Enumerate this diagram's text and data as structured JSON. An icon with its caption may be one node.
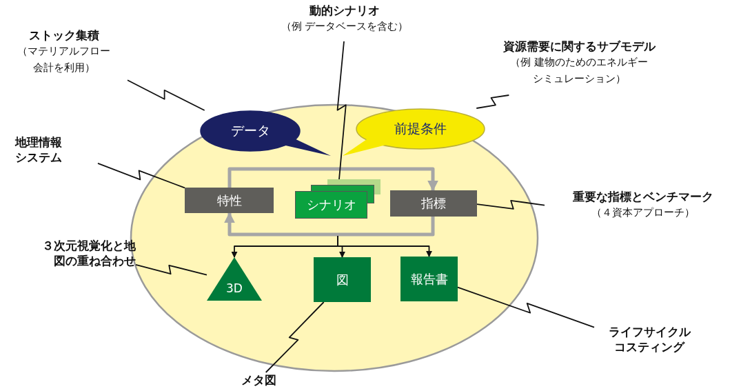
{
  "diagram": {
    "nodes": [
      {
        "text": [],
        "shape": "ellipse"
      },
      {
        "text": [
          "データ"
        ],
        "in": 0
      },
      {
        "text": [
          "前提条件"
        ],
        "in": 0
      },
      {
        "text": [
          "特性"
        ],
        "in": 0
      },
      {
        "text": [
          "シナリオ"
        ],
        "in": 0
      },
      {
        "text": [
          "指標"
        ],
        "in": 0
      },
      {
        "text": [
          "3D"
        ],
        "in": 0
      },
      {
        "text": [
          "図"
        ],
        "in": 0
      },
      {
        "text": [
          "報告書"
        ],
        "in": 0
      },
      {
        "text": [
          "ストック集積",
          "（マテリアルフロー会計を利用）"
        ]
      },
      {
        "text": [
          "動的シナリオ",
          "（例 データベースを含む）"
        ]
      },
      {
        "text": [
          "資源需要に関するサブモデル",
          "（例 建物のためのエネルギーシミュレーション）"
        ]
      },
      {
        "text": [
          "地理情報システム"
        ]
      },
      {
        "text": [
          "重要な指標とベンチマーク",
          "（４資本アプローチ）"
        ]
      },
      {
        "text": [
          "３次元視覚化と地図の重ね合わせ"
        ]
      },
      {
        "text": [
          "ライフサイクルコスティング"
        ]
      },
      {
        "text": [
          "メタ図"
        ]
      }
    ],
    "edges": [
      {
        "from": 3,
        "to": 5,
        "arrow": "to",
        "style": "thick",
        "color": "#a6a6a6"
      },
      {
        "from": 5,
        "to": 3,
        "arrow": "to",
        "style": "thick",
        "color": "#a6a6a6"
      },
      {
        "from": null,
        "to": 6,
        "arrow": "to"
      },
      {
        "from": null,
        "to": 7,
        "arrow": "to"
      },
      {
        "from": null,
        "to": 8,
        "arrow": "to"
      },
      {
        "from": 9,
        "to": 1,
        "arrow": "none"
      },
      {
        "from": 10,
        "to": 4,
        "arrow": "none"
      },
      {
        "from": 11,
        "to": 2,
        "arrow": "none"
      },
      {
        "from": 12,
        "to": 3,
        "arrow": "none"
      },
      {
        "from": 13,
        "to": 5,
        "arrow": "none"
      },
      {
        "from": 14,
        "to": 6,
        "arrow": "none"
      },
      {
        "from": 16,
        "to": 7,
        "arrow": "none"
      },
      {
        "from": 15,
        "to": 8,
        "arrow": "none"
      }
    ]
  }
}
